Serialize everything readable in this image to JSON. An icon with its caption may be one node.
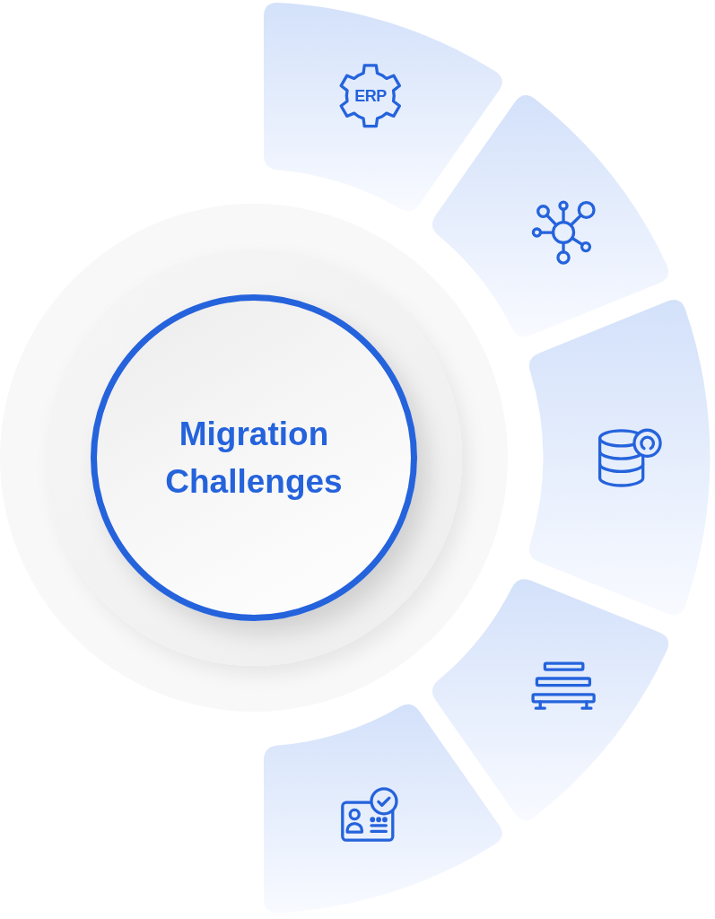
{
  "diagram": {
    "nodes": [
      {
        "text": [
          "Migration Challenges"
        ]
      },
      {
        "text": [
          "ERP"
        ]
      },
      {
        "text": [],
        "shape": "sector"
      },
      {
        "text": [],
        "shape": "sector"
      },
      {
        "text": [],
        "shape": "sector"
      },
      {
        "text": [],
        "shape": "sector"
      }
    ]
  }
}
